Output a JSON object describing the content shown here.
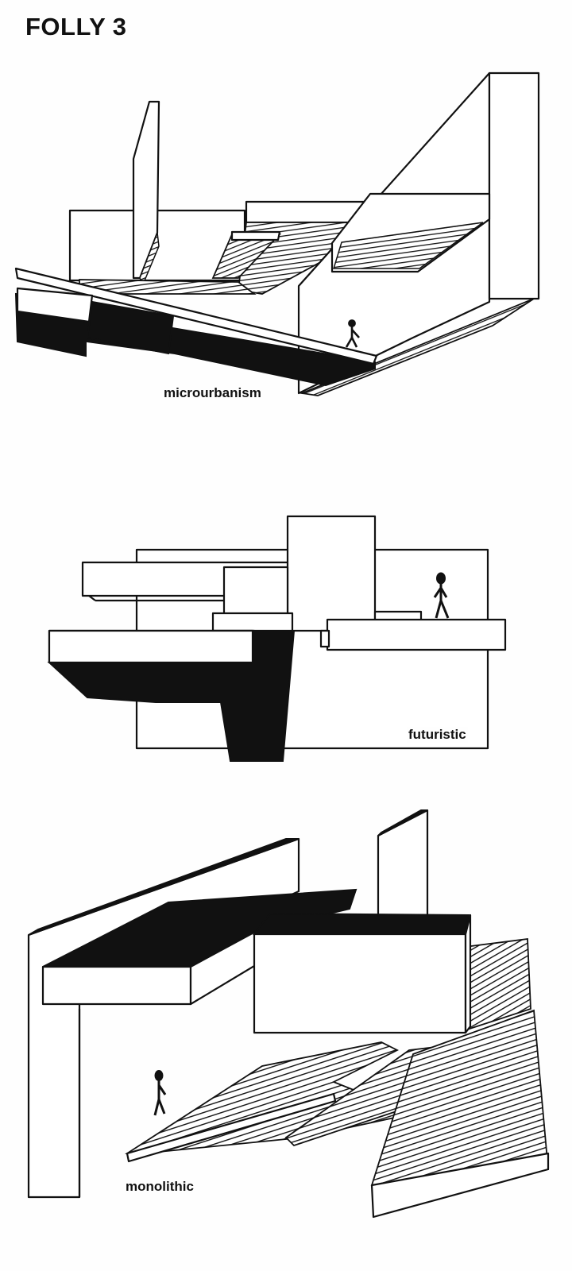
{
  "page": {
    "title": "FOLLY 3"
  },
  "sketches": [
    {
      "caption": "microurbanism"
    },
    {
      "caption": "futuristic"
    },
    {
      "caption": "monolithic"
    }
  ],
  "palette": {
    "ink": "#111111",
    "paper": "#fefefe"
  }
}
